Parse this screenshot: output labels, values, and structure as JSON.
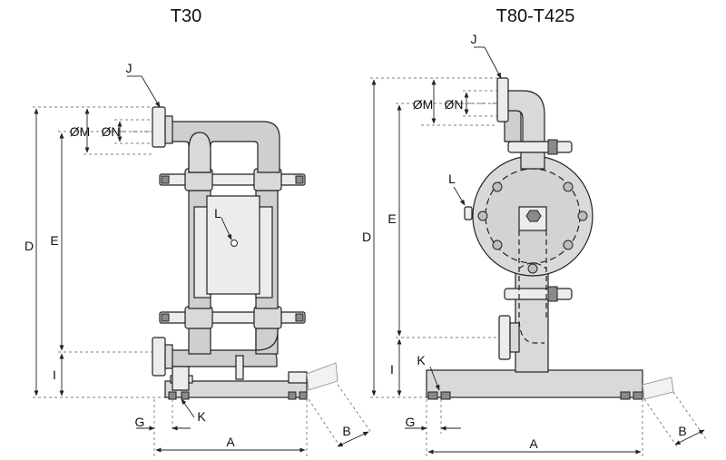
{
  "diagram": {
    "left_title": "T30",
    "right_title": "T80-T425",
    "labels": {
      "J": "J",
      "M": "ØM",
      "N": "ØN",
      "L": "L",
      "D": "D",
      "E": "E",
      "I": "I",
      "G": "G",
      "K": "K",
      "A": "A",
      "B": "B"
    }
  }
}
